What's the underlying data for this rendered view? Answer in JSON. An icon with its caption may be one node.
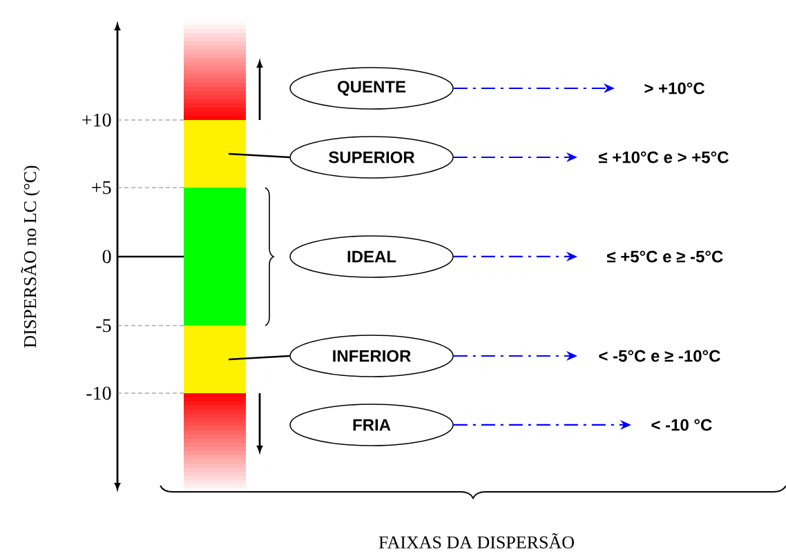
{
  "diagram": {
    "nodes": [
      {
        "text": [],
        "shape": "bar"
      },
      {
        "text": [],
        "shape": "bar"
      },
      {
        "text": [],
        "shape": "bar"
      },
      {
        "text": [],
        "shape": "bar"
      },
      {
        "text": [],
        "shape": "bar"
      },
      {
        "text": [
          "QUENTE"
        ]
      },
      {
        "text": [
          "SUPERIOR"
        ]
      },
      {
        "text": [
          "IDEAL"
        ]
      },
      {
        "text": [
          "INFERIOR"
        ]
      },
      {
        "text": [
          "FRIA"
        ]
      },
      {
        "text": [
          "> +10°C"
        ]
      },
      {
        "text": [
          "≤ +10°C e > +5°C"
        ]
      },
      {
        "text": [
          "≤ +5°C e ≥ -5°C"
        ]
      },
      {
        "text": [
          "< -5°C e ≥ -10°C"
        ]
      },
      {
        "text": [
          "< -10 °C"
        ]
      }
    ],
    "edges": [
      {
        "from": 6,
        "to": 1,
        "arrow": "none",
        "color": "#000000"
      },
      {
        "from": 8,
        "to": 3,
        "arrow": "none",
        "color": "#000000"
      },
      {
        "from": 5,
        "to": 10,
        "arrow": "to",
        "style": "dashed"
      },
      {
        "from": 6,
        "to": 11,
        "arrow": "to",
        "style": "dashed"
      },
      {
        "from": 7,
        "to": 12,
        "arrow": "to",
        "style": "dashed"
      },
      {
        "from": 8,
        "to": 13,
        "arrow": "to",
        "style": "dashed"
      },
      {
        "from": 9,
        "to": 14,
        "arrow": "to",
        "style": "dashed"
      }
    ],
    "labels": [
      "+10",
      "+5",
      "0",
      "-5",
      "-10",
      "DISPERSÃO no LC (°C)",
      "FAIXAS DA DISPERSÃO"
    ]
  }
}
